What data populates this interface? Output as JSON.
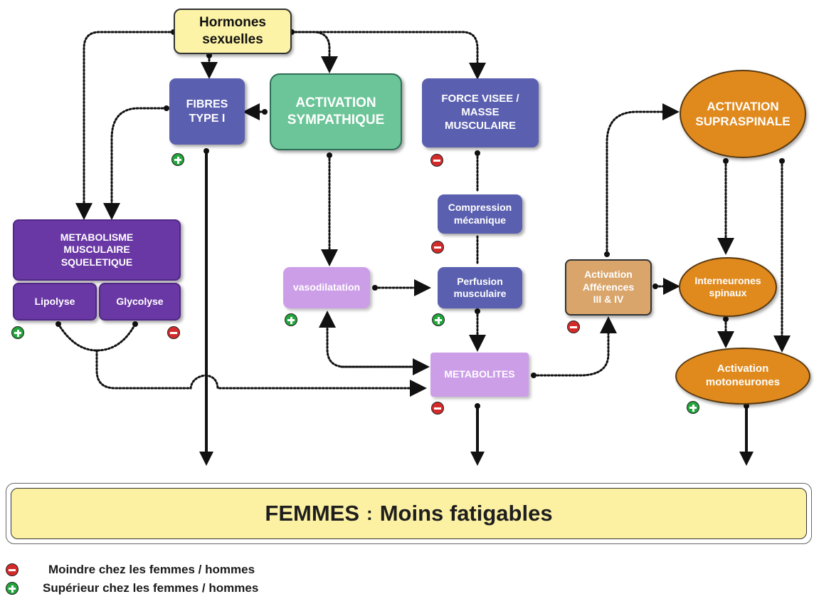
{
  "nodes": {
    "hormones": "Hormones\nsexuelles",
    "fibres": "FIBRES\nTYPE I",
    "activation_symp": "ACTIVATION\nSYMPATHIQUE",
    "force": "FORCE VISEE /\nMASSE\nMUSCULAIRE",
    "supraspinale": "ACTIVATION\nSUPRASPINALE",
    "metabolisme": "METABOLISME\nMUSCULAIRE\nSQUELETIQUE",
    "lipolyse": "Lipolyse",
    "glycolyse": "Glycolyse",
    "compression": "Compression\nmécanique",
    "vasodilatation": "vasodilatation",
    "perfusion": "Perfusion\nmusculaire",
    "afferences": "Activation\nAfférences\nIII & IV",
    "interneurones": "Interneurones\nspinaux",
    "metabolites": "METABOLITES",
    "motoneurones": "Activation\nmotoneurones"
  },
  "result": {
    "label": "FEMMES",
    "separator": ":",
    "text": "Moins fatigables"
  },
  "legend": {
    "minus": "Moindre chez les femmes / hommes",
    "plus": "Supérieur chez les femmes / hommes"
  },
  "colors": {
    "hormones_fill": "#fdf3a6",
    "purple_dark": "#6a38a5",
    "blue": "#5a5fb0",
    "green": "#6cc598",
    "lilac": "#cc9ee8",
    "tan": "#d9a56a",
    "orange": "#e08a1e",
    "result_fill": "#fcf1a2",
    "minus_sign": "#d52a2a",
    "plus_sign": "#23a53b"
  }
}
